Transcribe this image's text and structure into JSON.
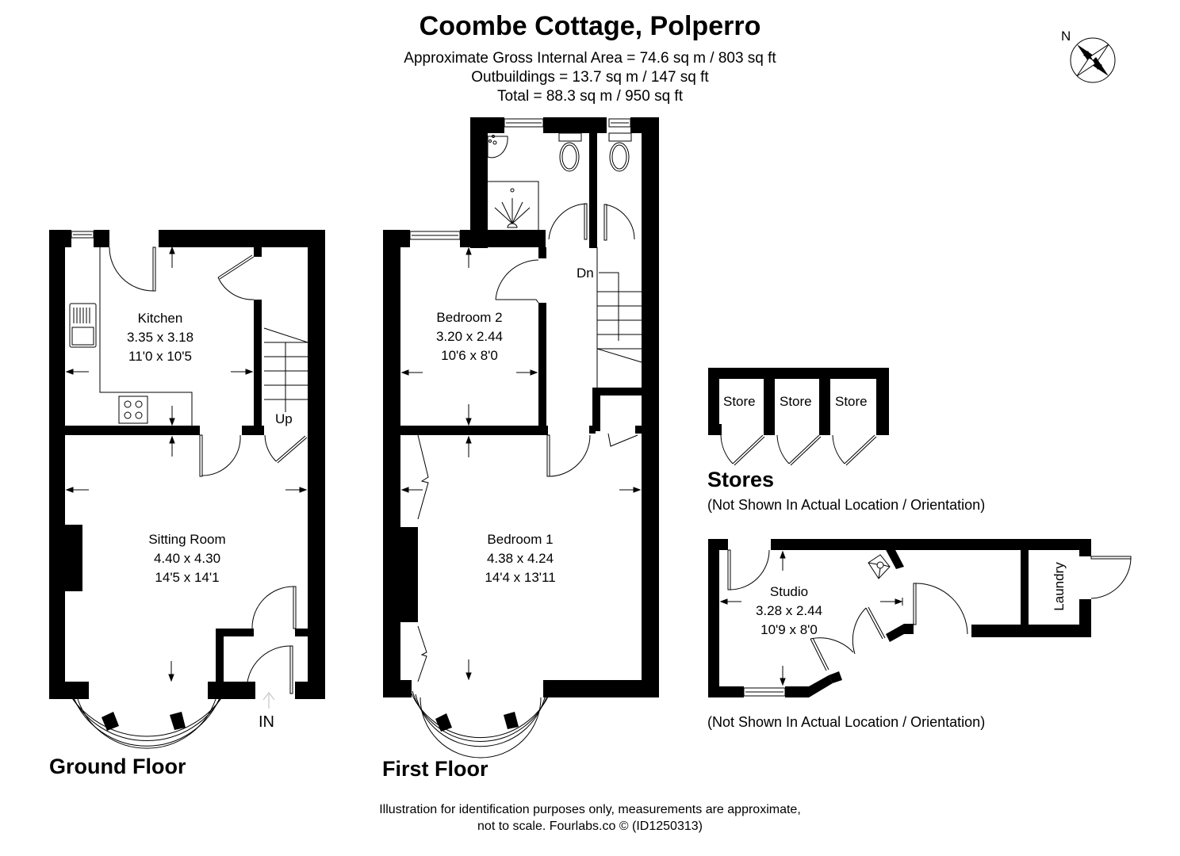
{
  "header": {
    "title": "Coombe Cottage, Polperro",
    "gross_internal_area": "Approximate Gross Internal Area = 74.6 sq m / 803 sq ft",
    "outbuildings": "Outbuildings = 13.7 sq m / 147 sq ft",
    "total": "Total = 88.3 sq m / 950 sq ft"
  },
  "compass": {
    "label": "N",
    "icon": "compass-rose-icon"
  },
  "ground_floor": {
    "label": "Ground Floor",
    "rooms": [
      {
        "name": "Kitchen",
        "metric": "3.35 x 3.18",
        "imperial": "11'0 x 10'5"
      },
      {
        "name": "Sitting Room",
        "metric": "4.40 x 4.30",
        "imperial": "14'5 x 14'1"
      }
    ],
    "stairs_label": "Up",
    "entrance_label": "IN"
  },
  "first_floor": {
    "label": "First Floor",
    "rooms": [
      {
        "name": "Bedroom 2",
        "metric": "3.20 x 2.44",
        "imperial": "10'6 x 8'0"
      },
      {
        "name": "Bedroom 1",
        "metric": "4.38 x 4.24",
        "imperial": "14'4 x 13'11"
      }
    ],
    "stairs_label": "Dn"
  },
  "stores": {
    "label": "Stores",
    "units": [
      "Store",
      "Store",
      "Store"
    ],
    "note": "(Not Shown In Actual Location / Orientation)"
  },
  "studio": {
    "room": {
      "name": "Studio",
      "metric": "3.28 x 2.44",
      "imperial": "10'9 x 8'0"
    },
    "laundry_label": "Laundry",
    "note": "(Not Shown In Actual Location / Orientation)"
  },
  "footer": {
    "line1": "Illustration for identification purposes only, measurements are approximate,",
    "line2": "not to scale. Fourlabs.co © (ID1250313)"
  }
}
